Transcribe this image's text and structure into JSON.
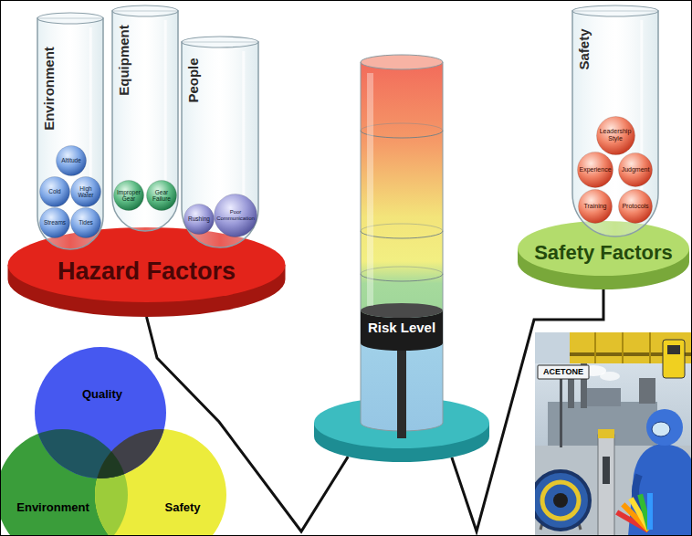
{
  "diagram": {
    "nodes": [
      {
        "text": [
          "Environment"
        ]
      },
      {
        "text": [
          "Altitude"
        ],
        "in": 0
      },
      {
        "text": [
          "Cold"
        ],
        "in": 0
      },
      {
        "text": [
          "High Water"
        ],
        "in": 0
      },
      {
        "text": [
          "Streams"
        ],
        "in": 0
      },
      {
        "text": [
          "Tides"
        ],
        "in": 0
      },
      {
        "text": [
          "Equipment"
        ]
      },
      {
        "text": [
          "Improper Gear"
        ],
        "in": 6
      },
      {
        "text": [
          "Gear Failure"
        ],
        "in": 6
      },
      {
        "text": [
          "People"
        ]
      },
      {
        "text": [
          "Rushing"
        ],
        "in": 9
      },
      {
        "text": [
          "Poor Communication"
        ],
        "in": 9
      },
      {
        "text": [
          "Hazard Factors"
        ]
      },
      {
        "text": [
          "Risk Level"
        ]
      },
      {
        "text": [
          "Safety"
        ]
      },
      {
        "text": [
          "Leadership Style"
        ],
        "in": 14
      },
      {
        "text": [
          "Experience"
        ],
        "in": 14
      },
      {
        "text": [
          "Judgment"
        ],
        "in": 14
      },
      {
        "text": [
          "Training"
        ],
        "in": 14
      },
      {
        "text": [
          "Protocols"
        ],
        "in": 14
      },
      {
        "text": [
          "Safety Factors"
        ]
      },
      {
        "text": [
          "Quality"
        ]
      },
      {
        "text": [
          "Environment"
        ]
      },
      {
        "text": [
          "Safety"
        ]
      }
    ],
    "edges": [
      {
        "from": 12,
        "to": 13,
        "arrow": "none"
      },
      {
        "from": 13,
        "to": 20,
        "arrow": "none"
      }
    ],
    "labels": [
      "ACETONE"
    ]
  }
}
